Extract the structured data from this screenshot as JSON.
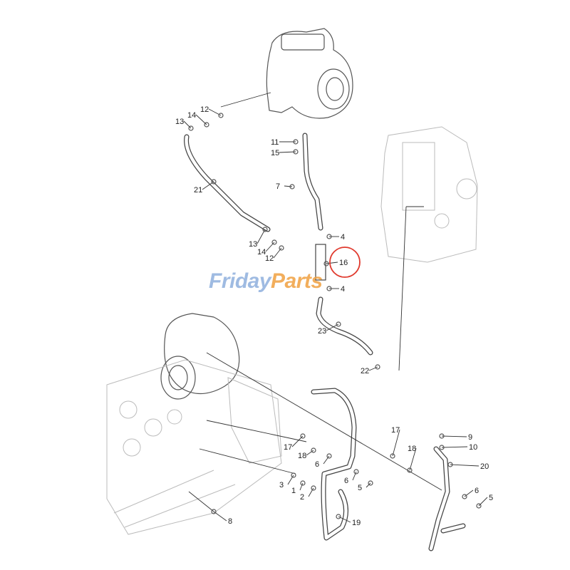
{
  "watermark": {
    "brand_part1": "Friday",
    "brand_part2": "Parts",
    "color_blue": "#8fb0dd",
    "color_orange": "#f0a040"
  },
  "highlight": {
    "part": "16",
    "color": "#e03a2e"
  },
  "callouts": [
    "12",
    "14",
    "13",
    "21",
    "11",
    "15",
    "7",
    "4",
    "16",
    "4",
    "23",
    "22",
    "13",
    "14",
    "12",
    "17",
    "18",
    "6",
    "6",
    "5",
    "3",
    "1",
    "2",
    "19",
    "8",
    "17",
    "18",
    "9",
    "10",
    "20",
    "6",
    "5"
  ]
}
